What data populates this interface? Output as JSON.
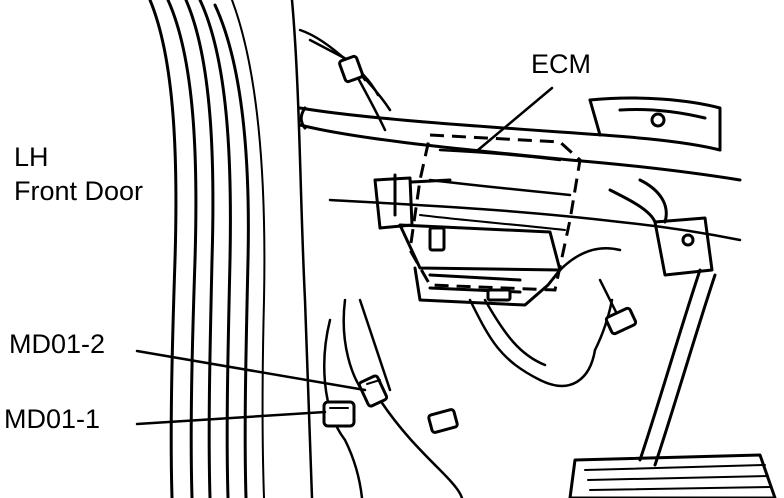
{
  "labels": {
    "ecm": "ECM",
    "door_line1": "LH",
    "door_line2": "Front Door",
    "md01_2": "MD01-2",
    "md01_1": "MD01-1"
  },
  "colors": {
    "line": "#000000",
    "background": "#ffffff"
  }
}
